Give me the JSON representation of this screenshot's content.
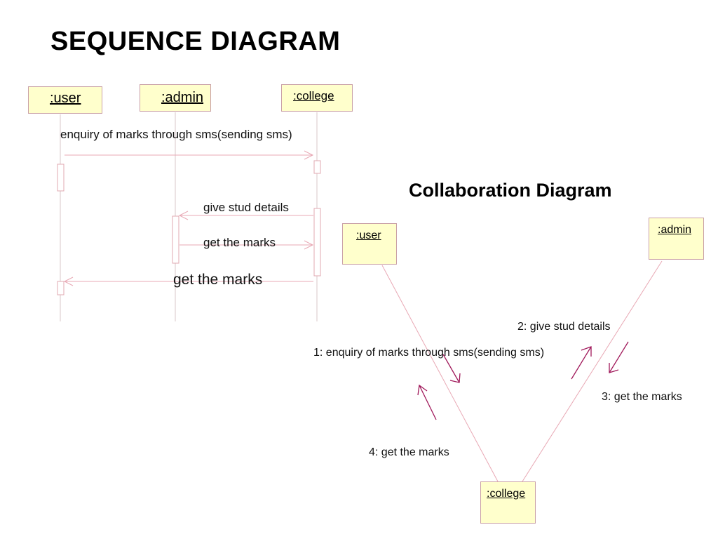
{
  "slide": {
    "sequence_title": "SEQUENCE DIAGRAM",
    "collaboration_title": "Collaboration Diagram"
  },
  "sequence": {
    "objects": [
      ":user",
      ":admin",
      ":college"
    ],
    "messages": [
      "enquiry of marks through sms(sending sms)",
      "give stud details",
      "get the marks",
      "get the marks"
    ]
  },
  "collaboration": {
    "objects": [
      ":user",
      ":admin",
      ":college"
    ],
    "messages": [
      "1: enquiry of marks through sms(sending sms)",
      "2: give stud details",
      "3: get the marks",
      "4: get the marks"
    ]
  },
  "colors": {
    "object_fill": "#ffffcc",
    "object_border": "#c9a0a6",
    "lifeline": "#d9c7ca",
    "message_line": "#e8a8b4",
    "arrow_accent": "#a0185a"
  }
}
